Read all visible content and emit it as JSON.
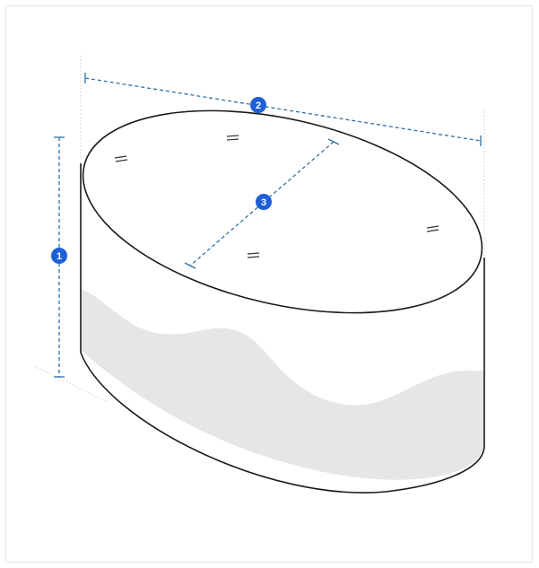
{
  "diagram": {
    "badges": [
      {
        "label": "1",
        "meaning": "height"
      },
      {
        "label": "2",
        "meaning": "length"
      },
      {
        "label": "3",
        "meaning": "width"
      }
    ],
    "colors": {
      "outline": "#1a1a1a",
      "dimension_line": "#2f6fa8",
      "badge_fill": "#1f5fd6",
      "fill_shade": "#e6e6e6",
      "guide_line": "#c8c8c8"
    }
  }
}
